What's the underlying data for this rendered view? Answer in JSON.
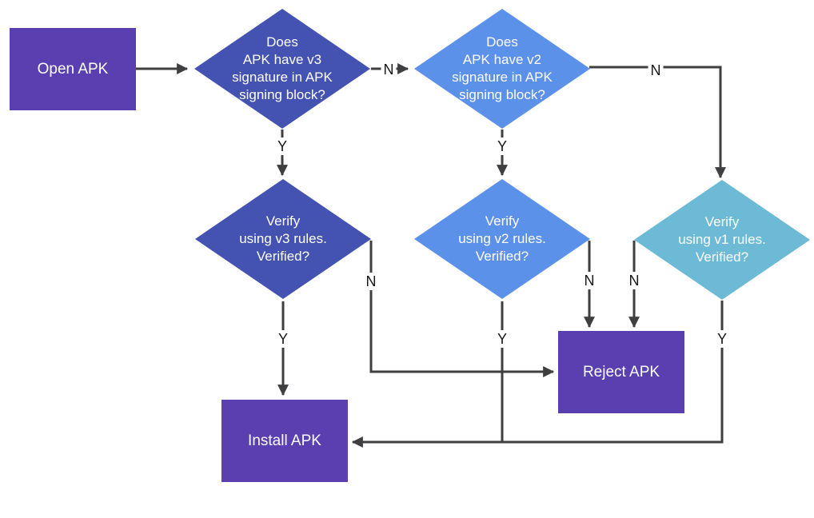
{
  "diagram": {
    "type": "flowchart",
    "subject": "APK signature verification",
    "colors": {
      "process_fill": "#5a3fb0",
      "decision_dark_blue": "#4453b2",
      "decision_light_blue": "#5c91ea",
      "decision_teal": "#6dbad6",
      "connector": "#3f3f41",
      "node_text": "#ffffff",
      "edge_label_text": "#161616",
      "background": "#ffffff"
    },
    "nodes": {
      "open_apk": {
        "label": "Open APK",
        "shape": "rect",
        "color": "#5a3fb0"
      },
      "has_v3": {
        "label": "Does\nAPK have v3\nsignature in APK\nsigning block?",
        "shape": "diamond",
        "color": "#4453b2"
      },
      "has_v2": {
        "label": "Does\nAPK have v2\nsignature in APK\nsigning block?",
        "shape": "diamond",
        "color": "#5c91ea"
      },
      "verify_v3": {
        "label": "Verify\nusing v3 rules.\nVerified?",
        "shape": "diamond",
        "color": "#4453b2"
      },
      "verify_v2": {
        "label": "Verify\nusing v2 rules.\nVerified?",
        "shape": "diamond",
        "color": "#5c91ea"
      },
      "verify_v1": {
        "label": "Verify\nusing v1 rules.\nVerified?",
        "shape": "diamond",
        "color": "#6dbad6"
      },
      "reject_apk": {
        "label": "Reject APK",
        "shape": "rect",
        "color": "#5a3fb0"
      },
      "install_apk": {
        "label": "Install APK",
        "shape": "rect",
        "color": "#5a3fb0"
      }
    },
    "edges": [
      {
        "from": "open_apk",
        "to": "has_v3",
        "label": ""
      },
      {
        "from": "has_v3",
        "to": "has_v2",
        "label": "N"
      },
      {
        "from": "has_v3",
        "to": "verify_v3",
        "label": "Y"
      },
      {
        "from": "has_v2",
        "to": "verify_v2",
        "label": "Y"
      },
      {
        "from": "has_v2",
        "to": "verify_v1",
        "label": "N"
      },
      {
        "from": "verify_v3",
        "to": "install_apk",
        "label": "Y"
      },
      {
        "from": "verify_v3",
        "to": "reject_apk",
        "label": "N"
      },
      {
        "from": "verify_v2",
        "to": "install_apk",
        "label": "Y"
      },
      {
        "from": "verify_v2",
        "to": "reject_apk",
        "label": "N"
      },
      {
        "from": "verify_v1",
        "to": "reject_apk",
        "label": "N"
      },
      {
        "from": "verify_v1",
        "to": "install_apk",
        "label": "Y"
      }
    ]
  }
}
